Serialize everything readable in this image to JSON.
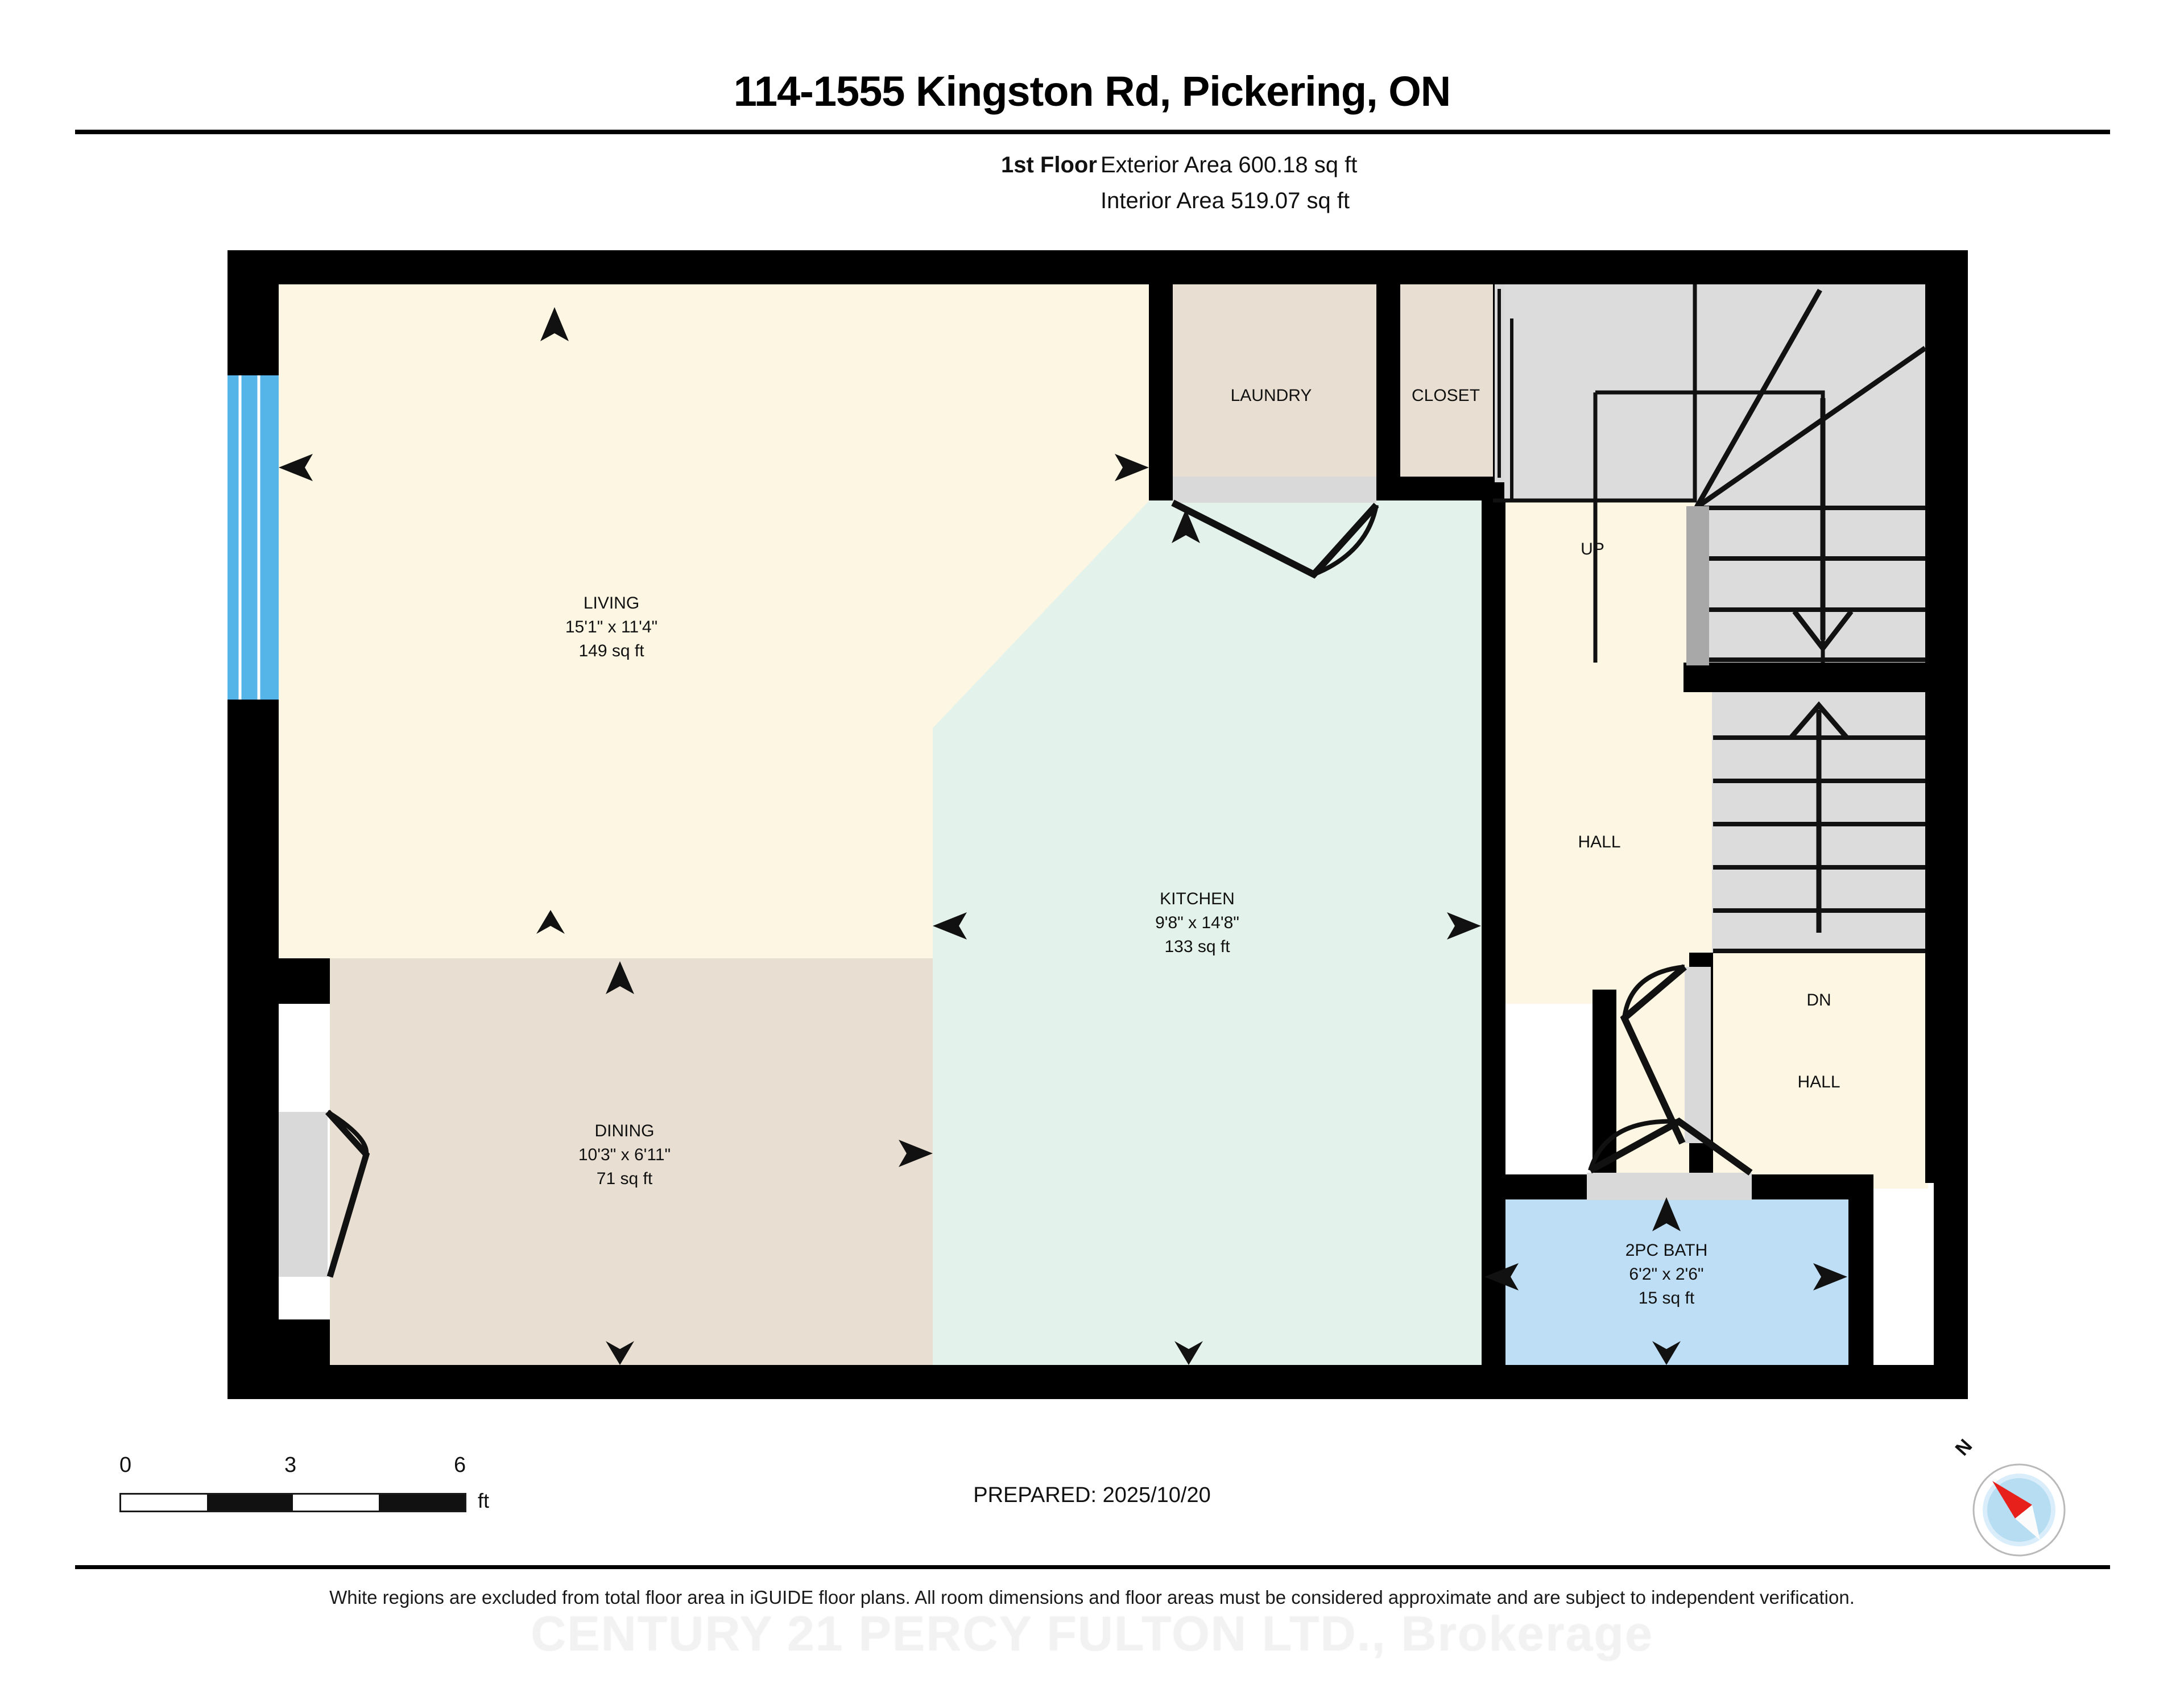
{
  "header": {
    "title": "114-1555 Kingston Rd, Pickering, ON",
    "floor_label": "1st Floor",
    "exterior_area": "Exterior Area 600.18 sq ft",
    "interior_area": "Interior Area 519.07 sq ft"
  },
  "rooms": [
    {
      "name": "LIVING",
      "dimensions": "15'1\" x 11'4\"",
      "area": "149 sq ft",
      "fill": "#fdf6e3"
    },
    {
      "name": "KITCHEN",
      "dimensions": "9'8\" x 14'8\"",
      "area": "133 sq ft",
      "fill": "#e4f2ec"
    },
    {
      "name": "DINING",
      "dimensions": "10'3\" x 6'11\"",
      "area": "71 sq ft",
      "fill": "#e8dfd2"
    },
    {
      "name": "2PC BATH",
      "dimensions": "6'2\" x 2'6\"",
      "area": "15 sq ft",
      "fill": "#bedef6"
    }
  ],
  "labels": {
    "laundry": "LAUNDRY",
    "closet": "CLOSET",
    "hall_upper": "HALL",
    "hall_lower": "HALL",
    "stair_up": "UP",
    "stair_dn": "DN"
  },
  "scale": {
    "ticks": [
      "0",
      "3",
      "6"
    ],
    "unit": "ft"
  },
  "compass": {
    "north_label": "N",
    "needle_color": "#e8201c",
    "dial_color": "#b6ddf2"
  },
  "footer": {
    "prepared": "PREPARED: 2025/10/20",
    "disclaimer": "White regions are excluded from total floor area in iGUIDE floor plans. All room dimensions and floor areas must be considered approximate and are subject to independent verification.",
    "watermark": "CENTURY 21 PERCY FULTON LTD., Brokerage"
  },
  "colors": {
    "wall": "#000000",
    "stair_fill": "#dcdcdc",
    "door_fill": "#d9d9d9",
    "window": "#55b4e8"
  }
}
